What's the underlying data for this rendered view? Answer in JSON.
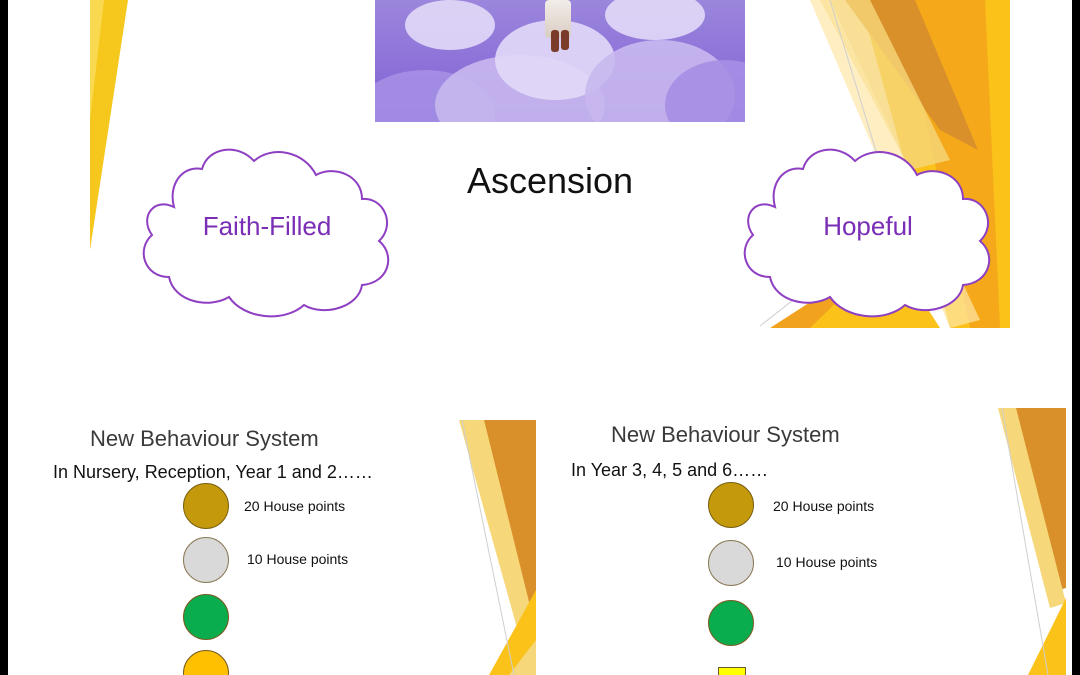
{
  "top_slide": {
    "title": "Ascension",
    "left_cloud": "Faith-Filled",
    "right_cloud": "Hopeful"
  },
  "left_slide": {
    "title": "New Behaviour System",
    "subtitle": "In Nursery, Reception, Year 1 and 2……",
    "levels": [
      {
        "color": "gold",
        "label": "20 House points"
      },
      {
        "color": "silver",
        "label": "10 House points"
      },
      {
        "color": "green",
        "label": ""
      },
      {
        "color": "amber",
        "label": ""
      }
    ]
  },
  "right_slide": {
    "title": "New Behaviour System",
    "subtitle": "In Year 3, 4, 5 and 6……",
    "levels": [
      {
        "color": "gold",
        "label": "20 House points"
      },
      {
        "color": "silver",
        "label": "10 House points"
      },
      {
        "color": "green",
        "label": ""
      },
      {
        "color": "yellow-square",
        "label": ""
      }
    ]
  },
  "colors": {
    "accent_gold": "#f5c518",
    "accent_orange": "#d9902a",
    "cloud_text": "#7a2db5",
    "cloud_outline": "#8e3fc2"
  }
}
